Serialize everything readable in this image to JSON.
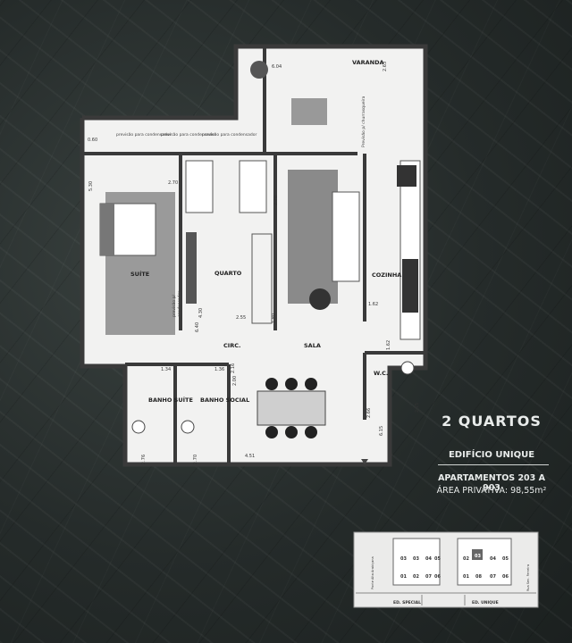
{
  "info": {
    "title": "2 QUARTOS",
    "building": "EDIFÍCIO UNIQUE",
    "apartments": "APARTAMENTOS 203 A 903",
    "area": "ÁREA PRIVATIVA: 98,55m²"
  },
  "rooms": {
    "varanda": "VARANDA",
    "suite": "SUÍTE",
    "quarto": "QUARTO",
    "cozinha": "COZINHA",
    "circ": "CIRC.",
    "sala": "SALA",
    "wc": "W.C.",
    "banho_suite": "BANHO SUÍTE",
    "banho_social": "BANHO SOCIAL"
  },
  "notes": {
    "condensador": "previsão para condensador",
    "churrasqueira": "Previsão p/ churrasqueira",
    "prev_a": "previsão p/",
    "prev_b": "condensador"
  },
  "dims": {
    "d060": "0.60",
    "d604": "6.04",
    "d263": "2.63",
    "d530": "5.30",
    "d270a": "2.70",
    "d270b": "2.70",
    "d430": "4.30",
    "d255": "2.55",
    "d180": "1.80",
    "d640": "6.40",
    "d162a": "1.62",
    "d162b": "1.62",
    "d134": "1.34",
    "d136": "1.36",
    "d216": "2.16",
    "d215": "2.15",
    "d276": "2.76",
    "d270c": "2.70",
    "d451": "4.51",
    "d615": "6.15",
    "d200": "2.00",
    "d266": "2.66"
  },
  "site_plan": {
    "units_left_top": [
      "03",
      "03",
      "04",
      "05"
    ],
    "units_left_bottom": [
      "01",
      "02",
      "07",
      "06"
    ],
    "units_right_top": [
      "02",
      "03",
      "04",
      "05"
    ],
    "units_right_bottom": [
      "01",
      "08",
      "07",
      "06"
    ],
    "label_left": "ED. SPECIAL",
    "label_right": "ED. UNIQUE",
    "street_left": "Ponte Alta Arabiçana",
    "street_right": "Rua Sen. Ferreira"
  },
  "colors": {
    "floor": "#f2f2f1",
    "wall": "#3a3a3a",
    "carpet": "#8c8c8c",
    "text": "#e9eceb"
  }
}
